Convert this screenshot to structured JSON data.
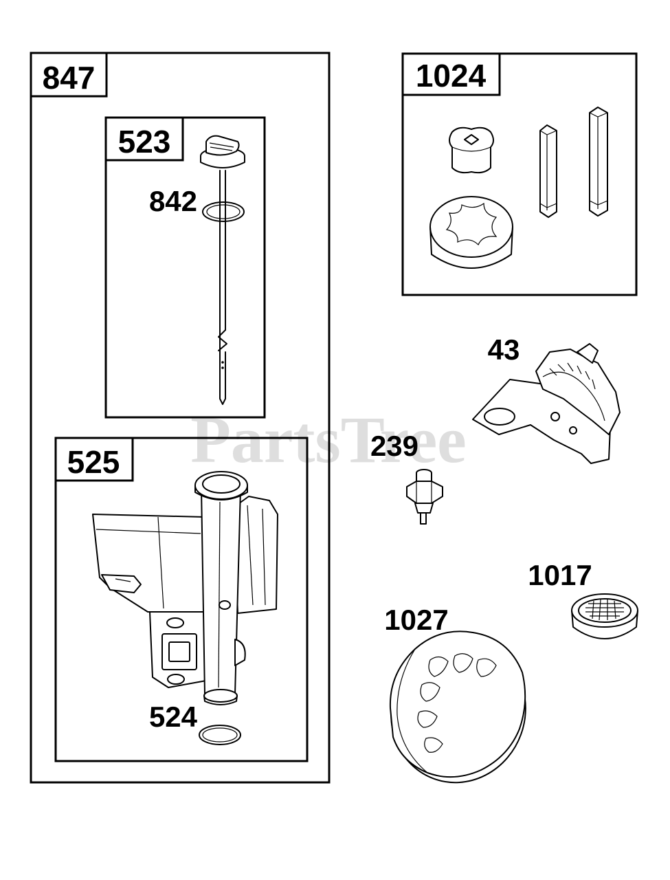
{
  "watermark": "PartsTree",
  "groups": [
    {
      "id": "847",
      "label": "847"
    },
    {
      "id": "523",
      "label": "523"
    },
    {
      "id": "525",
      "label": "525"
    },
    {
      "id": "1024",
      "label": "1024"
    }
  ],
  "callouts": {
    "c842": "842",
    "c524": "524",
    "c43": "43",
    "c239": "239",
    "c1017": "1017",
    "c1027": "1027"
  }
}
